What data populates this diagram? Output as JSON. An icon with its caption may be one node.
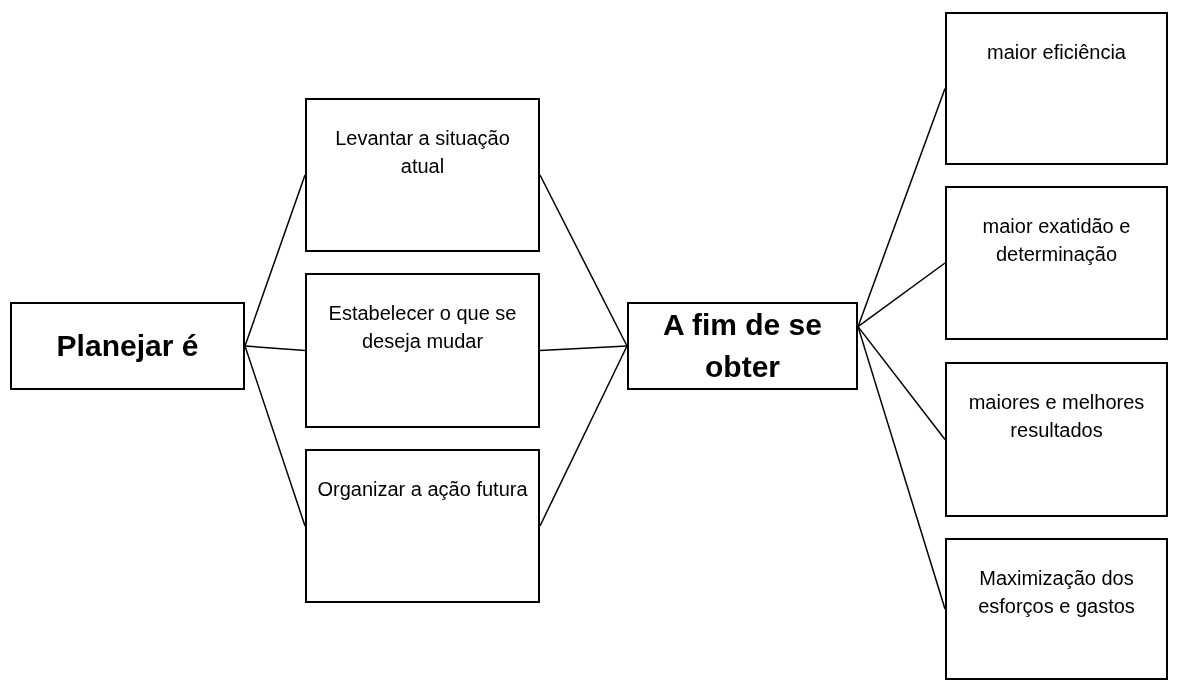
{
  "diagram": {
    "nodes": [
      {
        "text": [
          "Planejar é"
        ]
      },
      {
        "text": [
          "Levantar a situação atual"
        ]
      },
      {
        "text": [
          "Estabelecer o que se deseja mudar"
        ]
      },
      {
        "text": [
          "Organizar a ação futura"
        ]
      },
      {
        "text": [
          "A fim de se obter"
        ]
      },
      {
        "text": [
          "maior eficiência"
        ]
      },
      {
        "text": [
          "maior exatidão e determinação"
        ]
      },
      {
        "text": [
          "maiores e melhores resultados"
        ]
      },
      {
        "text": [
          "Maximização dos esforços e gastos"
        ]
      }
    ],
    "edges": [
      {
        "from": 0,
        "to": 1,
        "arrow": "none"
      },
      {
        "from": 0,
        "to": 2,
        "arrow": "none"
      },
      {
        "from": 0,
        "to": 3,
        "arrow": "none"
      },
      {
        "from": 1,
        "to": 4,
        "arrow": "none"
      },
      {
        "from": 2,
        "to": 4,
        "arrow": "none"
      },
      {
        "from": 3,
        "to": 4,
        "arrow": "none"
      },
      {
        "from": 4,
        "to": 5,
        "arrow": "none"
      },
      {
        "from": 4,
        "to": 6,
        "arrow": "none"
      },
      {
        "from": 4,
        "to": 7,
        "arrow": "none"
      },
      {
        "from": 4,
        "to": 8,
        "arrow": "none"
      }
    ]
  }
}
